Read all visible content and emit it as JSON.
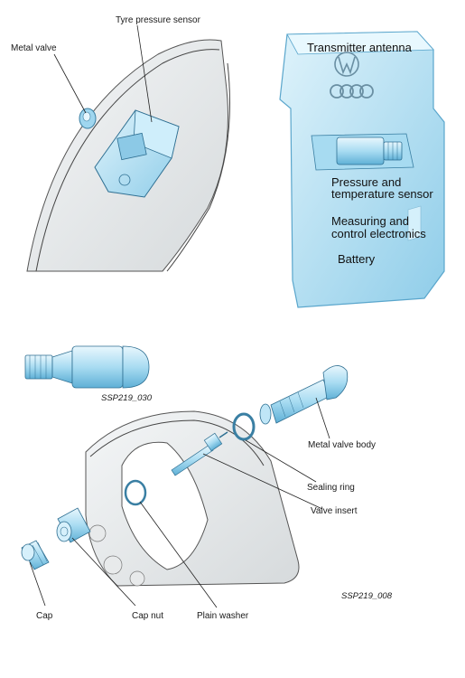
{
  "panel_top_left": {
    "labels": {
      "metal_valve": "Metal valve",
      "sensor": "Tyre pressure sensor"
    }
  },
  "panel_top_right": {
    "labels": {
      "antenna": "Transmitter antenna",
      "pressure_line1": "Pressure and",
      "pressure_line2": "temperature sensor",
      "electronics_line1": "Measuring and",
      "electronics_line2": "control electronics",
      "battery": "Battery"
    }
  },
  "panel_bottom": {
    "codes": {
      "valve_figure": "SSP219_030",
      "exploded_figure": "SSP219_008"
    },
    "labels": {
      "metal_valve_body": "Metal valve body",
      "sealing_ring": "Sealing ring",
      "valve_insert": "Valve insert",
      "cap": "Cap",
      "cap_nut": "Cap nut",
      "plain_washer": "Plain washer"
    }
  }
}
